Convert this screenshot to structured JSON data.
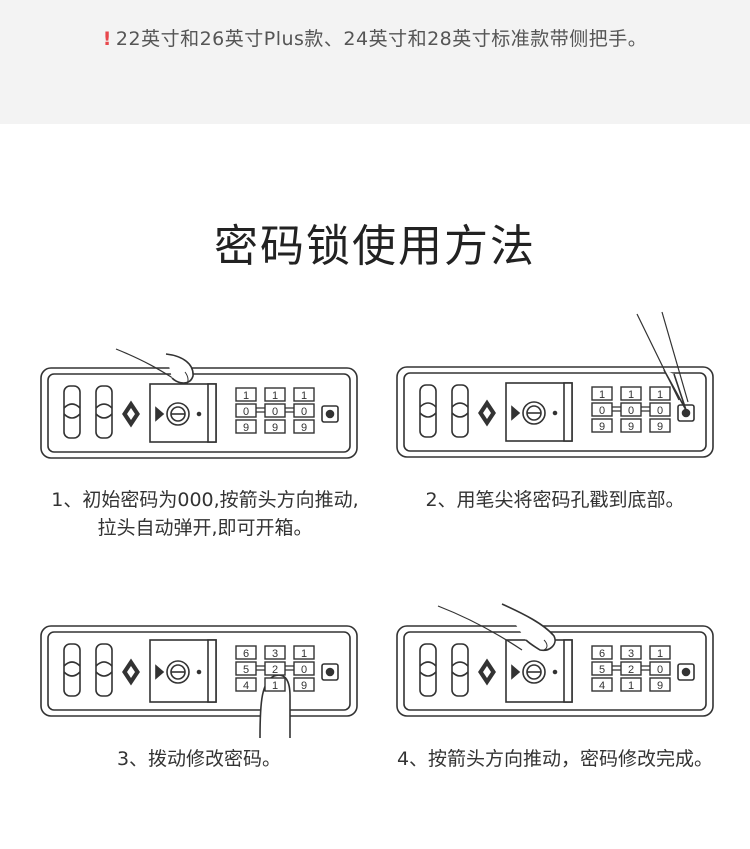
{
  "notice": {
    "icon": "exclamation-icon",
    "text": "22英寸和26英寸Plus款、24英寸和28英寸标准款带侧把手。"
  },
  "title": "密码锁使用方法",
  "steps": [
    {
      "line1": "1、初始密码为000,按箭头方向推动,",
      "line2": "拉头自动弹开,即可开箱。",
      "wheels": [
        [
          "1",
          "0",
          "9"
        ],
        [
          "1",
          "0",
          "9"
        ],
        [
          "1",
          "0",
          "9"
        ]
      ]
    },
    {
      "line1": "2、用笔尖将密码孔戳到底部。",
      "wheels": [
        [
          "1",
          "0",
          "9"
        ],
        [
          "1",
          "0",
          "9"
        ],
        [
          "1",
          "0",
          "9"
        ]
      ]
    },
    {
      "line1": "3、拨动修改密码。",
      "wheels": [
        [
          "6",
          "5",
          "4"
        ],
        [
          "3",
          "2",
          "1"
        ],
        [
          "1",
          "0",
          "9"
        ]
      ]
    },
    {
      "line1": "4、按箭头方向推动，密码修改完成。",
      "wheels": [
        [
          "6",
          "5",
          "4"
        ],
        [
          "3",
          "2",
          "1"
        ],
        [
          "1",
          "0",
          "9"
        ]
      ]
    }
  ],
  "colors": {
    "accent_warn": "#e8474c",
    "band": "#f3f3f3",
    "line": "#333333"
  }
}
